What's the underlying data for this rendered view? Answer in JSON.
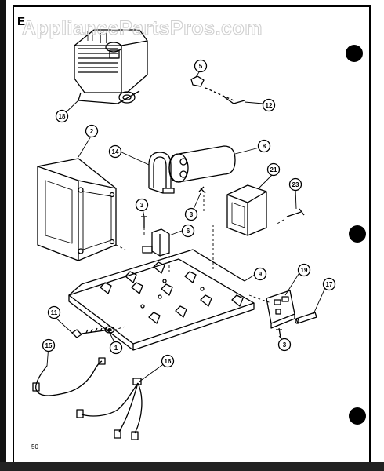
{
  "watermark": "AppliancePartsPros.com",
  "page_code": "E",
  "page_number": "50",
  "callouts": [
    {
      "id": "c-18",
      "number": "18"
    },
    {
      "id": "c-5",
      "number": "5"
    },
    {
      "id": "c-12",
      "number": "12"
    },
    {
      "id": "c-2",
      "number": "2"
    },
    {
      "id": "c-14",
      "number": "14"
    },
    {
      "id": "c-8",
      "number": "8"
    },
    {
      "id": "c-21",
      "number": "21"
    },
    {
      "id": "c-23",
      "number": "23"
    },
    {
      "id": "c-3a",
      "number": "3"
    },
    {
      "id": "c-3b",
      "number": "3"
    },
    {
      "id": "c-6",
      "number": "6"
    },
    {
      "id": "c-9",
      "number": "9"
    },
    {
      "id": "c-19",
      "number": "19"
    },
    {
      "id": "c-17",
      "number": "17"
    },
    {
      "id": "c-11",
      "number": "11"
    },
    {
      "id": "c-1",
      "number": "1"
    },
    {
      "id": "c-3c",
      "number": "3"
    },
    {
      "id": "c-15",
      "number": "15"
    },
    {
      "id": "c-16",
      "number": "16"
    }
  ]
}
